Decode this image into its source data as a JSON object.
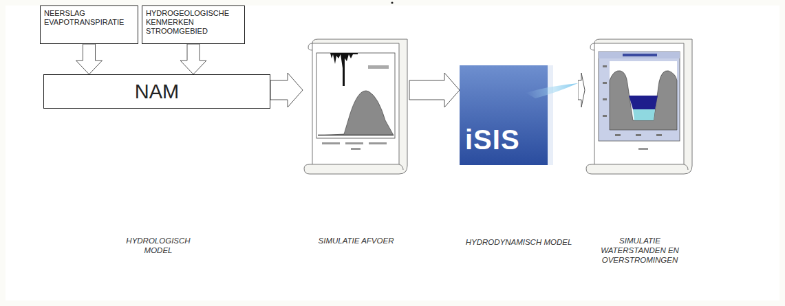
{
  "diagram": {
    "nodes": [
      {
        "text": [
          "NEERSLAG EVAPOTRANSPIRATIE"
        ]
      },
      {
        "text": [
          "HYDROGEOLOGISCHE KENMERKEN STROOMGEBIED"
        ]
      },
      {
        "text": [
          "NAM"
        ]
      },
      {
        "text": [
          "SIMULATIE AFVOER"
        ]
      },
      {
        "text": [
          "iSIS",
          "HYDRODYNAMISCH MODEL"
        ]
      },
      {
        "text": [
          "SIMULATIE WATERSTANDEN EN OVERSTROMINGEN"
        ]
      }
    ],
    "edges": [
      {
        "from": 0,
        "to": 2,
        "arrow": "to"
      },
      {
        "from": 1,
        "to": 2,
        "arrow": "to"
      },
      {
        "from": 2,
        "to": 3,
        "arrow": "to"
      },
      {
        "from": 3,
        "to": 4,
        "arrow": "to"
      },
      {
        "from": 4,
        "to": 5,
        "arrow": "to"
      }
    ],
    "labels": [
      "HYDROLOGISCH MODEL"
    ]
  }
}
